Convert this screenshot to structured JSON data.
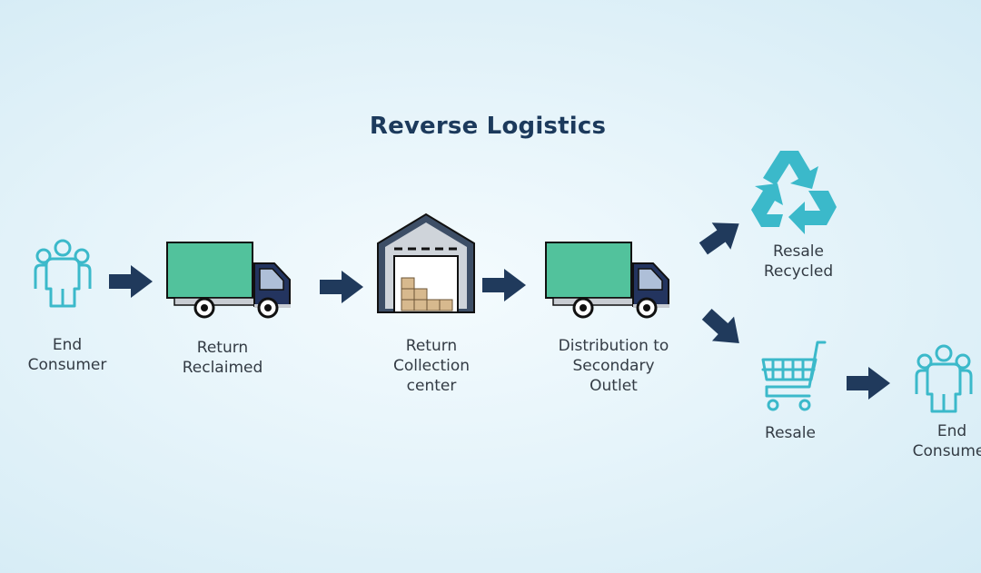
{
  "diagram": {
    "title": "Reverse Logistics",
    "steps": [
      {
        "label": "End\nConsumer",
        "icon": "people-icon"
      },
      {
        "label": "Return\nReclaimed",
        "icon": "truck-icon"
      },
      {
        "label": "Return\nCollection\ncenter",
        "icon": "warehouse-icon"
      },
      {
        "label": "Distribution to\nSecondary\nOutlet",
        "icon": "truck-icon"
      },
      {
        "label": "Resale\nRecycled",
        "icon": "recycle-icon"
      },
      {
        "label": "Resale",
        "icon": "shopping-cart-icon"
      },
      {
        "label": "End\nConsumer",
        "icon": "people-icon"
      }
    ]
  },
  "colors": {
    "accent": "#3bb9ca",
    "truck_cargo": "#52c29c",
    "truck_cab": "#23345f",
    "arrow": "#203a5c",
    "title": "#1c3a5c",
    "warehouse_roof": "#3d4e66",
    "warehouse_wall": "#cfd4da",
    "box": "#d7b98e"
  }
}
